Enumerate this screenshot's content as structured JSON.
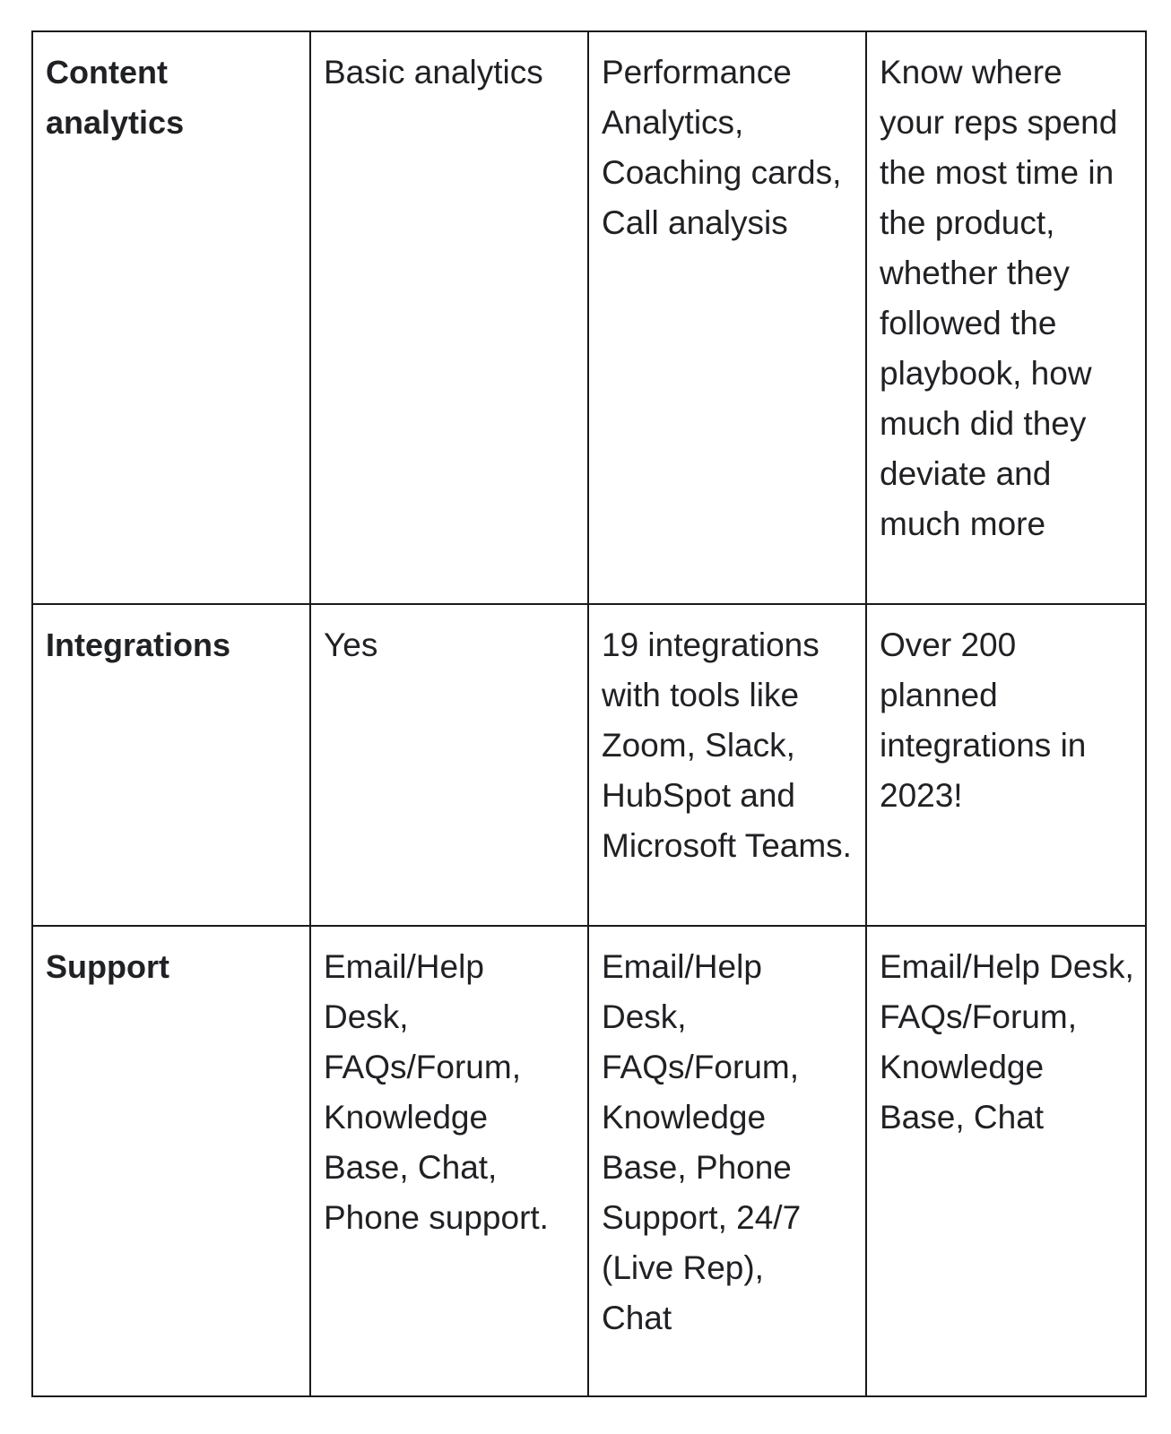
{
  "table": {
    "rows": [
      {
        "label": "Content analytics",
        "cells": [
          "Basic analytics",
          "Performance Analytics, Coaching cards, Call analysis",
          "Know where your reps spend the most time in the product, whether they followed the playbook, how much did they deviate and much more"
        ]
      },
      {
        "label": "Integrations",
        "cells": [
          "Yes",
          "19 integrations with tools like Zoom, Slack, HubSpot and Microsoft Teams.",
          "Over 200 planned integrations in 2023!"
        ]
      },
      {
        "label": "Support",
        "cells": [
          "Email/Help Desk, FAQs/Forum, Knowledge Base, Chat, Phone support.",
          "Email/Help Desk, FAQs/Forum, Knowledge Base, Phone Support, 24/7 (Live Rep),",
          "Email/Help Desk, FAQs/Forum, Knowledge Base, Chat"
        ],
        "extra": "Chat"
      }
    ]
  }
}
